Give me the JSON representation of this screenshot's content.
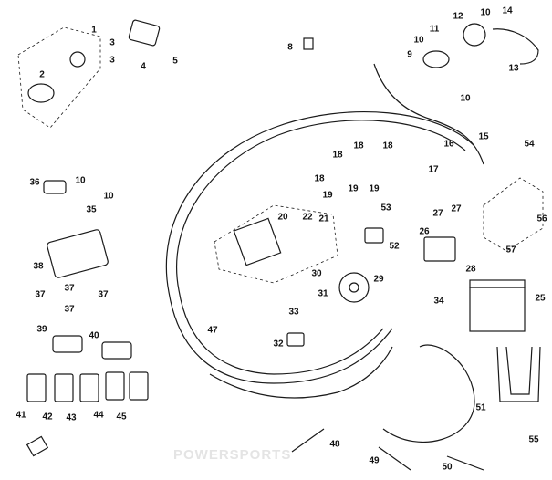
{
  "diagram": {
    "title": "Wiring harness exploded parts diagram",
    "watermark": "POWERSPORTS",
    "line_color": "#1a1a1a",
    "callouts": [
      "1",
      "2",
      "3",
      "3",
      "4",
      "5",
      "8",
      "9",
      "10",
      "11",
      "12",
      "10",
      "14",
      "13",
      "10",
      "54",
      "15",
      "16",
      "17",
      "18",
      "18",
      "18",
      "18",
      "19",
      "19",
      "19",
      "36",
      "10",
      "10",
      "35",
      "20",
      "22",
      "21",
      "53",
      "27",
      "27",
      "26",
      "56",
      "52",
      "57",
      "28",
      "30",
      "29",
      "31",
      "34",
      "25",
      "38",
      "37",
      "37",
      "37",
      "37",
      "33",
      "32",
      "47",
      "39",
      "40",
      "41",
      "42",
      "43",
      "44",
      "45",
      "51",
      "55",
      "48",
      "49",
      "50"
    ]
  }
}
